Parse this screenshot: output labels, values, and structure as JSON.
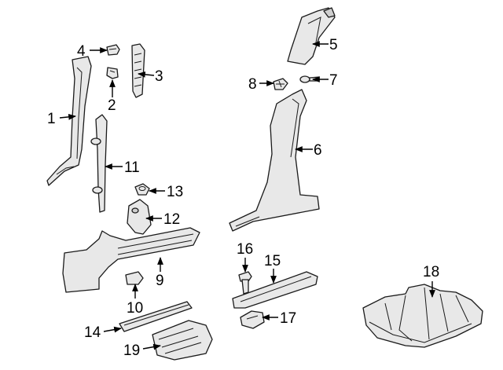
{
  "colors": {
    "line": "#1a1a1a",
    "fill": "#e8e8e8",
    "shade": "#cfcfcf",
    "background": "#ffffff"
  },
  "callouts": {
    "c1": "1",
    "c2": "2",
    "c3": "3",
    "c4": "4",
    "c5": "5",
    "c6": "6",
    "c7": "7",
    "c8": "8",
    "c9": "9",
    "c10": "10",
    "c11": "11",
    "c12": "12",
    "c13": "13",
    "c14": "14",
    "c15": "15",
    "c16": "16",
    "c17": "17",
    "c18": "18",
    "c19": "19"
  }
}
